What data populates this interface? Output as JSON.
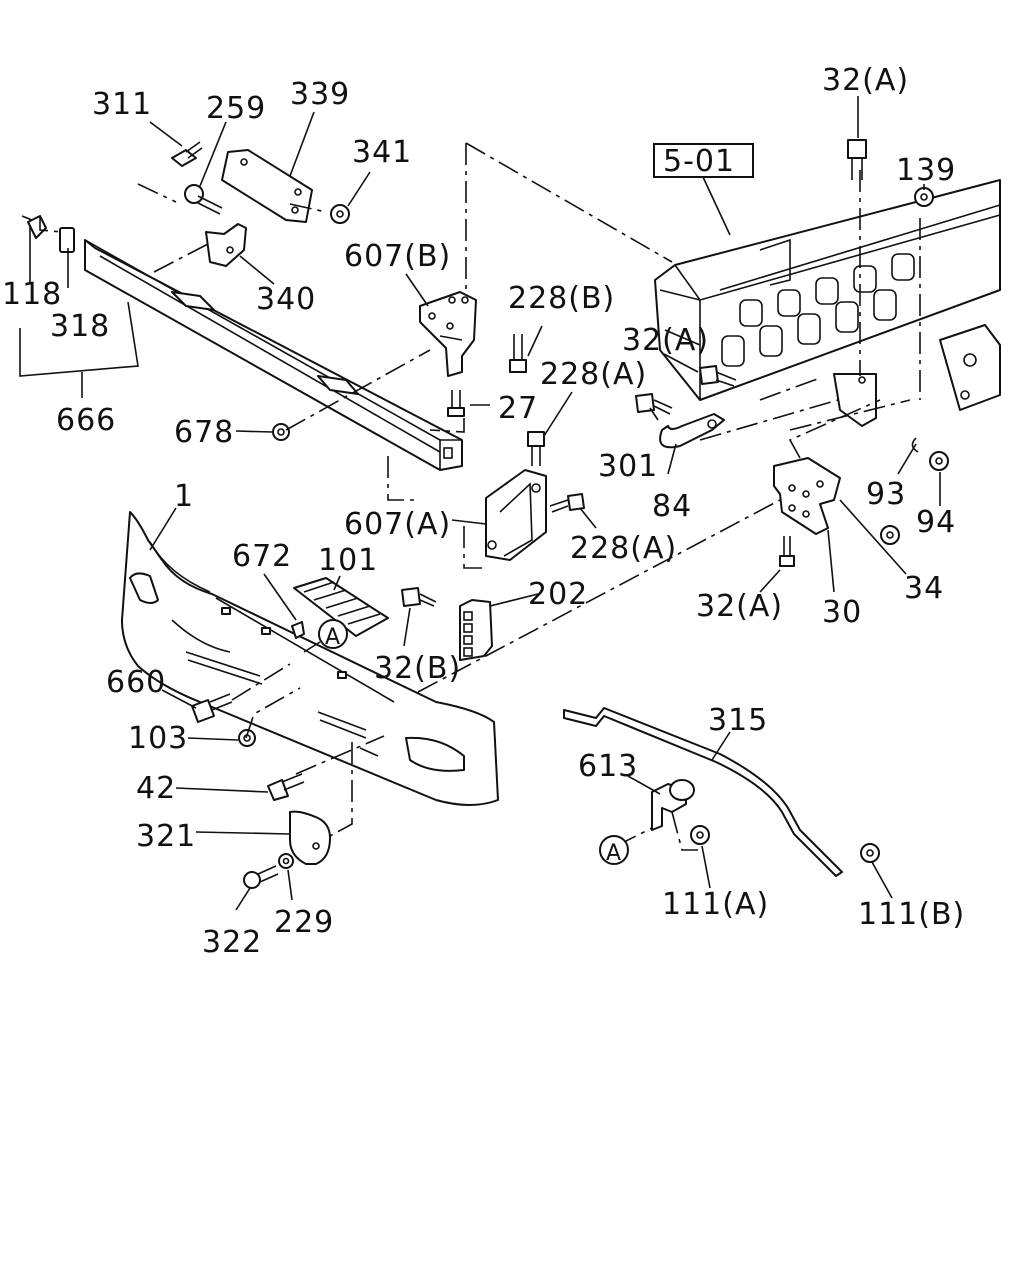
{
  "diagram": {
    "reference_box": "5-01",
    "callout_letter": "A",
    "callouts": {
      "p311": "311",
      "p259": "259",
      "p339": "339",
      "p341": "341",
      "p118": "118",
      "p318": "318",
      "p340": "340",
      "p666": "666",
      "p678": "678",
      "p607b": "607(B)",
      "p228b": "228(B)",
      "p27": "27",
      "p228a_top": "228(A)",
      "p32a_top": "32(A)",
      "p139": "139",
      "p32a_mid": "32(A)",
      "p301": "301",
      "p84": "84",
      "p93": "93",
      "p94": "94",
      "p607a": "607(A)",
      "p228a_side": "228(A)",
      "p34": "34",
      "p32a_low": "32(A)",
      "p30": "30",
      "p1": "1",
      "p672": "672",
      "p101": "101",
      "p202": "202",
      "p32b": "32(B)",
      "p660": "660",
      "p103": "103",
      "p42": "42",
      "p321": "321",
      "p229": "229",
      "p322": "322",
      "p315": "315",
      "p613": "613",
      "p111a": "111(A)",
      "p111b": "111(B)"
    }
  }
}
